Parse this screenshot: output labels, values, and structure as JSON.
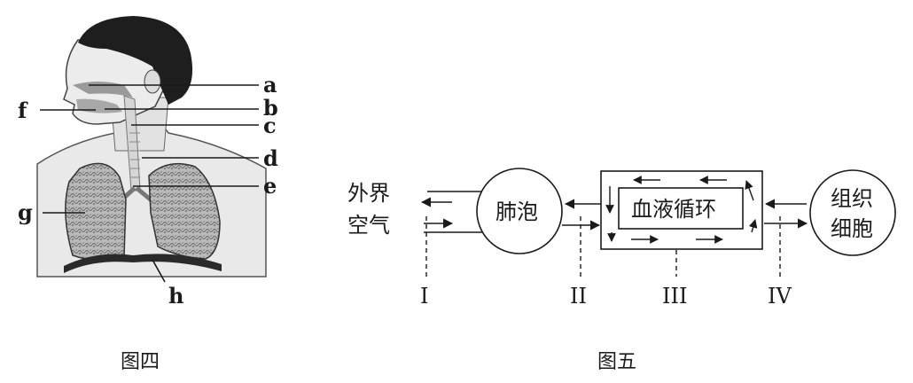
{
  "figure4": {
    "caption": "图四",
    "labels": {
      "a": "a",
      "b": "b",
      "c": "c",
      "d": "d",
      "e": "e",
      "f": "f",
      "g": "g",
      "h": "h"
    }
  },
  "figure5": {
    "caption": "图五",
    "outside_air": "外界\n空气",
    "outside_air_line1": "外界",
    "outside_air_line2": "空气",
    "alveoli": "肺泡",
    "blood_circulation": "血液循环",
    "tissue_cells_line1": "组织",
    "tissue_cells_line2": "细胞",
    "stages": [
      "I",
      "II",
      "III",
      "IV"
    ]
  }
}
